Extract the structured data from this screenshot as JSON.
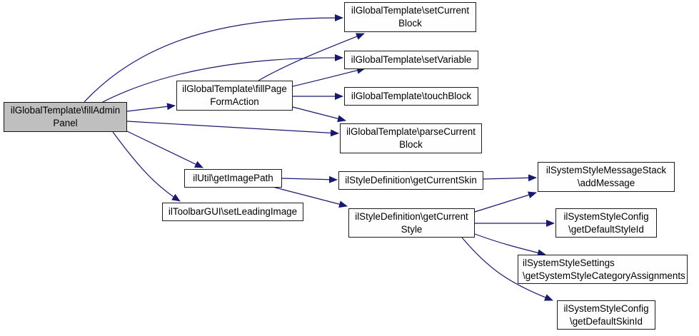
{
  "diagram": {
    "kind": "call-graph",
    "edge_color": "#191970",
    "selected_node_fill": "#bfbfbf",
    "node_fill": "#fefefe",
    "nodes": {
      "fillAdminPanel": {
        "line1": "ilGlobalTemplate\\fillAdmin",
        "line2": "Panel"
      },
      "fillPageFormAction": {
        "line1": "ilGlobalTemplate\\fillPage",
        "line2": "FormAction"
      },
      "setCurrentBlock": {
        "line1": "ilGlobalTemplate\\setCurrent",
        "line2": "Block"
      },
      "setVariable": {
        "line1": "ilGlobalTemplate\\setVariable"
      },
      "touchBlock": {
        "line1": "ilGlobalTemplate\\touchBlock"
      },
      "parseCurrentBlock": {
        "line1": "ilGlobalTemplate\\parseCurrent",
        "line2": "Block"
      },
      "getImagePath": {
        "line1": "ilUtil\\getImagePath"
      },
      "setLeadingImage": {
        "line1": "ilToolbarGUI\\setLeadingImage"
      },
      "getCurrentSkin": {
        "line1": "ilStyleDefinition\\getCurrentSkin"
      },
      "getCurrentStyle": {
        "line1": "ilStyleDefinition\\getCurrent",
        "line2": "Style"
      },
      "addMessage": {
        "line1": "ilSystemStyleMessageStack",
        "line2": "\\addMessage"
      },
      "getDefaultStyleId": {
        "line1": "ilSystemStyleConfig",
        "line2": "\\getDefaultStyleId"
      },
      "getSystemStyleCategoryAssignments": {
        "line1": "ilSystemStyleSettings",
        "line2": "\\getSystemStyleCategoryAssignments"
      },
      "getDefaultSkinId": {
        "line1": "ilSystemStyleConfig",
        "line2": "\\getDefaultSkinId"
      }
    }
  }
}
